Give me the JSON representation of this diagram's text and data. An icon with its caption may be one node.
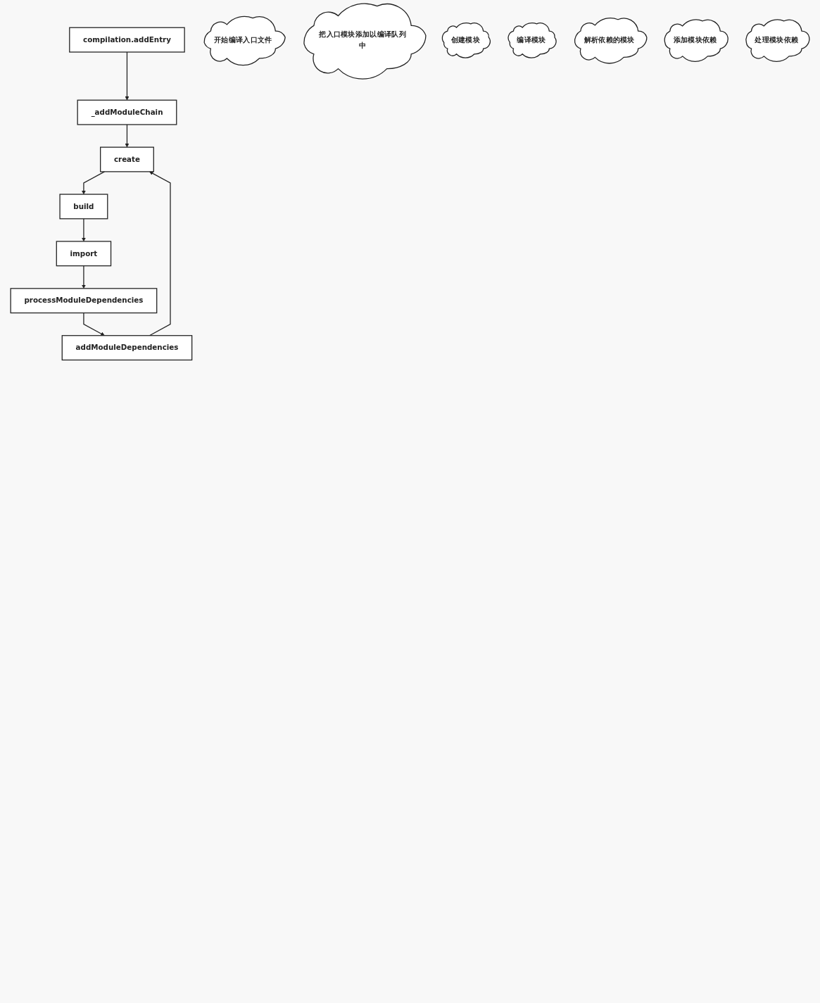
{
  "diagram": {
    "nodes": [
      {
        "text": [
          "compilation.addEntry"
        ]
      },
      {
        "text": [
          "开始编译入口文件"
        ]
      },
      {
        "text": [
          "_addModuleChain"
        ]
      },
      {
        "text": [
          "把入口模块添加以编译队列中"
        ]
      },
      {
        "text": [
          "创建模块"
        ]
      },
      {
        "text": [
          "create"
        ]
      },
      {
        "text": [
          "编译模块"
        ]
      },
      {
        "text": [
          "build"
        ]
      },
      {
        "text": [
          "解析依赖的模块"
        ]
      },
      {
        "text": [
          "import"
        ]
      },
      {
        "text": [
          "添加模块依赖"
        ]
      },
      {
        "text": [
          "processModuleDependencies"
        ]
      },
      {
        "text": [
          "处理模块依赖"
        ]
      },
      {
        "text": [
          "addModuleDependencies"
        ]
      }
    ],
    "edges": [
      {
        "from": 0,
        "to": 2,
        "arrow": "to"
      },
      {
        "from": 2,
        "to": 5,
        "arrow": "to"
      },
      {
        "from": 5,
        "to": 7,
        "arrow": "to"
      },
      {
        "from": 7,
        "to": 9,
        "arrow": "to"
      },
      {
        "from": 9,
        "to": 11,
        "arrow": "to"
      },
      {
        "from": 11,
        "to": 13,
        "arrow": "to"
      },
      {
        "from": 13,
        "to": 5,
        "arrow": "to"
      }
    ]
  }
}
